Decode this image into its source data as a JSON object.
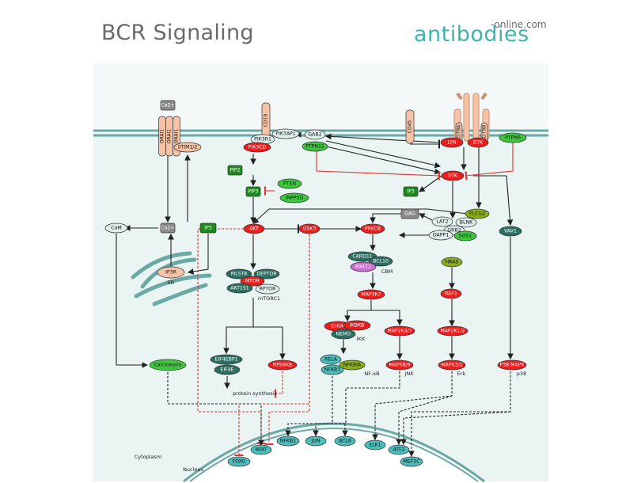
{
  "title": "BCR Signaling",
  "brand": {
    "main": "antibodies",
    "sub": "-online.com"
  },
  "compartments": {
    "cytoplasm": "Cytoplasm",
    "nucleus": "Nucleus",
    "er": "ER"
  },
  "complex_labels": {
    "mtorc1": "mTORC1",
    "cbm": "CBM",
    "ikk": "IKK",
    "nfkb": "NF-κB",
    "jnk": "JNK",
    "erk": "Erk",
    "p38": "p38"
  },
  "process_labels": {
    "protein_synthesis": "protein synthesis"
  },
  "colors": {
    "red": "#ee1c1c",
    "green": "#3ec63e",
    "dark_green": "#1e8a1e",
    "olive": "#8aad1a",
    "teal_dark": "#2e6e62",
    "teal": "#4dbdbb",
    "salmon": "#f5c4a8",
    "gray": "#8a8a8a",
    "light": "#dfeeed",
    "magenta": "#cc6fcf",
    "cytoplasm_bg": "#e9f4f3",
    "membrane": "#6aa9a6"
  },
  "nodes": {
    "ca_out": "Ca2+",
    "orai1_a": "ORAI1",
    "orai1_b": "ORAI1",
    "orai1_c": "ORAI1",
    "stim": "STIM1/2",
    "cam": "CaM",
    "ca_in": "Ca2+",
    "ip3_a": "IP3",
    "ip3r": "IP3R",
    "cd19": "CD19",
    "pik3ap1": "PIK3AP1",
    "pik3r1": "PIK3R1",
    "pik3cd": "PIK3CD",
    "gab2": "GAB2",
    "ptpn11": "PTPN11",
    "cd45": "CD45",
    "cd79a": "CD79A",
    "cd79b": "CD79B",
    "lyn": "LYN",
    "btk": "BTK",
    "ptpn6": "PTPN6",
    "syk": "SYK",
    "pip2": "PIP2",
    "pip3": "PIP3",
    "pten": "PTEN",
    "inpp5d": "INPP5D",
    "ip3_b": "IP3",
    "plcg2": "PLCG2",
    "dag": "DAG",
    "lat2": "LAT2",
    "blnk": "BLNK",
    "grb2": "GRB2",
    "dapp1": "DAPP1",
    "sos1": "SOS1",
    "vav1": "VAV1",
    "akt": "AKT",
    "gsk3": "GSK3",
    "prkcb": "PRKCB",
    "card11": "CARD11",
    "bcl10": "BCL10",
    "malt1": "MALT1",
    "mlst8": "MLST8",
    "deptor": "DEPTOR",
    "mtor": "MTOR",
    "akt1s1": "AKT1S1",
    "rptor": "RPTOR",
    "map3k7": "MAP3K7",
    "chuk": "CHUK",
    "ikbkb": "IKBKB",
    "nemo": "NEMO",
    "map2k47": "MAP2K4/7",
    "hras": "HRAS",
    "raf1": "RAF1",
    "map2k12": "MAP2K1/2",
    "eif4ebp1": "EIF4EBP1",
    "eif4e": "EIF4E",
    "rps6kb": "RPS6KB",
    "calcineurin": "Calcineurin",
    "rela": "RELA",
    "nfkb1_a": "NFKB1",
    "nfkbia": "NFKBIA",
    "mapk8": "MAPK8/9",
    "mapk3": "MAPK3/1",
    "p38mapk": "P38 MAPK",
    "foxo": "FOXO",
    "nfat": "NFAT",
    "nfkb1_b": "NFKB1",
    "jun": "JUN",
    "bcl6": "BCL6",
    "elk1": "ELK1",
    "atf2": "ATF2",
    "mef2c": "MEF2C"
  }
}
